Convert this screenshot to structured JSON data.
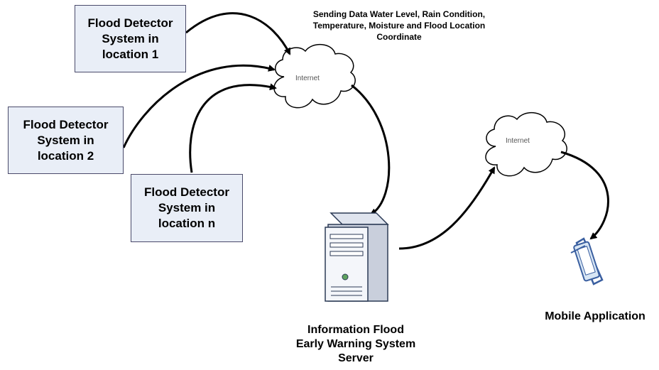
{
  "boxes": [
    {
      "line1": "Flood Detector",
      "line2": "System in",
      "line3": "location 1"
    },
    {
      "line1": "Flood Detector",
      "line2": "System in",
      "line3": "location 2"
    },
    {
      "line1": "Flood Detector",
      "line2": "System in",
      "line3": "location n"
    }
  ],
  "caption": {
    "line1": "Sending Data Water Level, Rain Condition,",
    "line2": "Temperature, Moisture and Flood Location",
    "line3": "Coordinate"
  },
  "clouds": [
    {
      "label": "Internet"
    },
    {
      "label": "Internet"
    }
  ],
  "server": {
    "line1": "Information Flood",
    "line2": "Early Warning System",
    "line3": "Server"
  },
  "mobile": {
    "label": "Mobile Application"
  },
  "colors": {
    "box_fill": "#e9eef7",
    "box_border": "#4a4a6a",
    "arrow": "#000000",
    "server_fill": "#eef1f6",
    "server_outline": "#3a5fa0"
  }
}
